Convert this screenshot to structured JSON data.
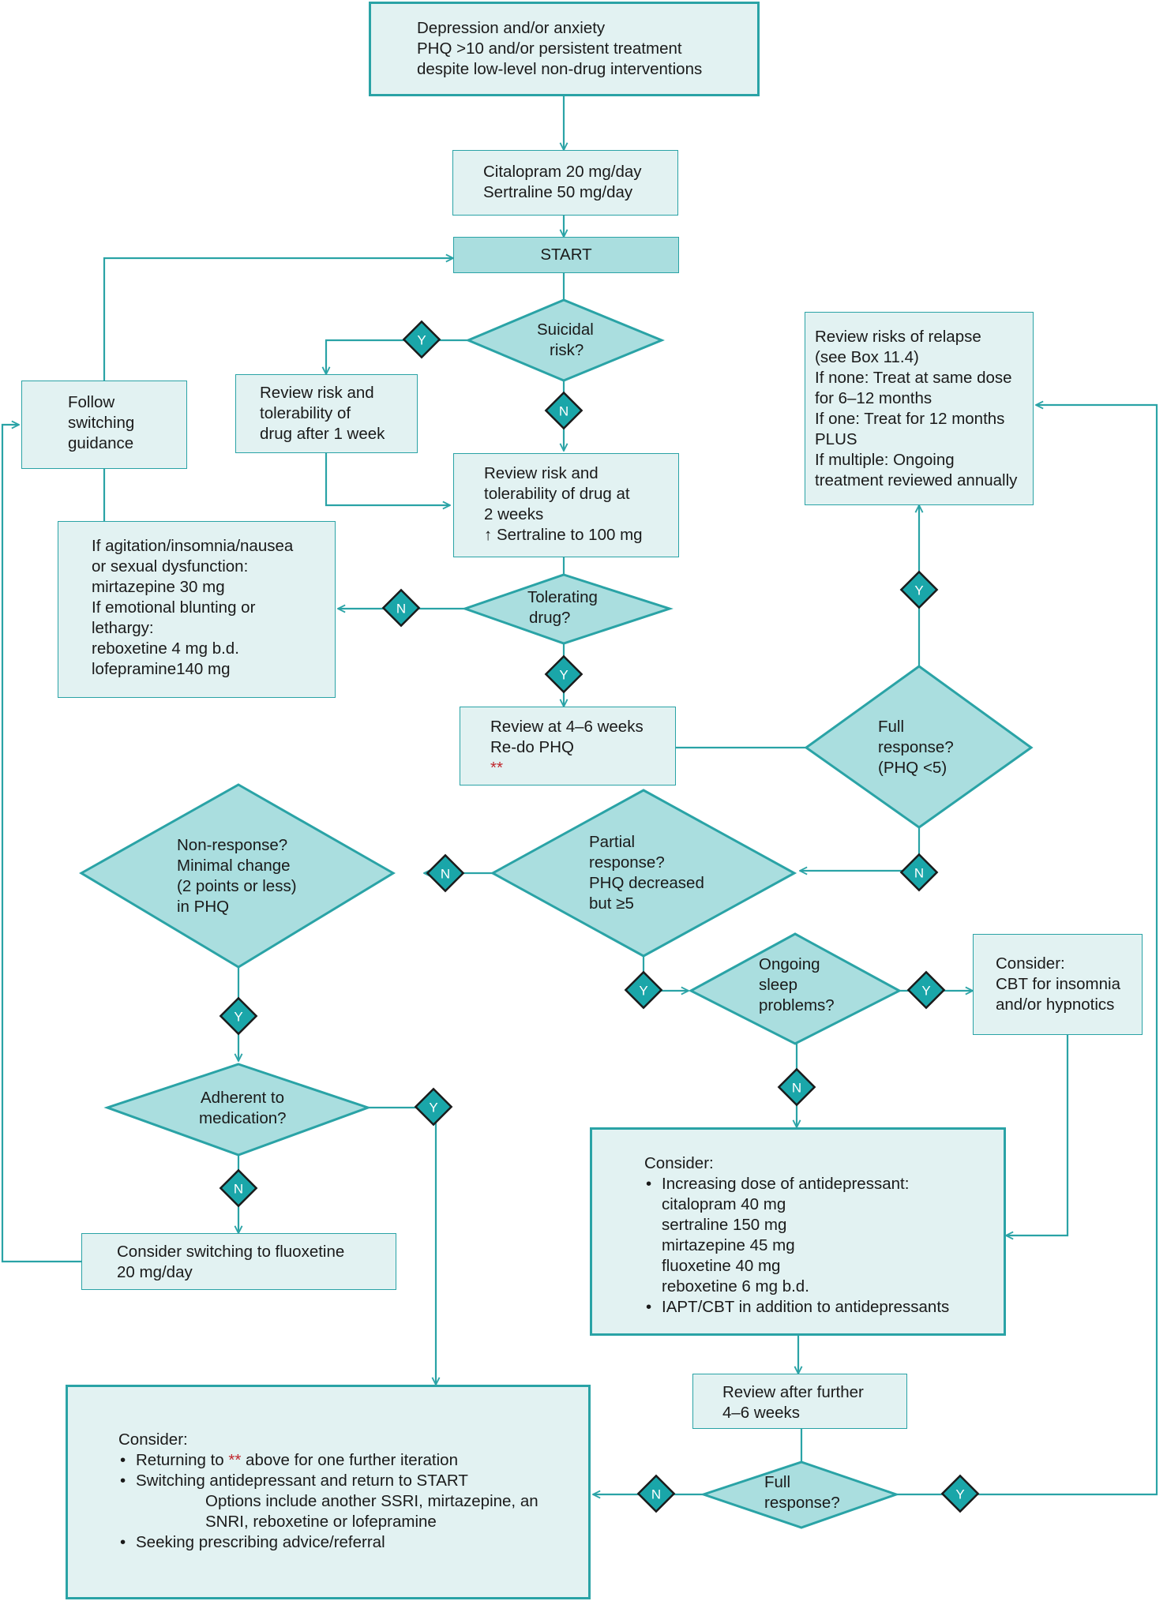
{
  "start_box": {
    "line1": "Depression and/or anxiety",
    "line2": "PHQ >10 and/or persistent treatment",
    "line3": "despite low-level non-drug interventions"
  },
  "initial_drugs": {
    "line1": "Citalopram 20 mg/day",
    "line2": "Sertraline 50 mg/day"
  },
  "start_label": "START",
  "decisions": {
    "suicidal_risk": [
      "Suicidal",
      "risk?"
    ],
    "tolerating_drug": [
      "Tolerating",
      "drug?"
    ],
    "full_response_1": [
      "Full",
      "response?",
      "(PHQ <5)"
    ],
    "partial_response": [
      "Partial",
      "response?",
      "PHQ decreased",
      "but ≥5"
    ],
    "non_response": [
      "Non-response?",
      "Minimal change",
      "(2 points or less)",
      "in PHQ"
    ],
    "ongoing_sleep": [
      "Ongoing",
      "sleep",
      "problems?"
    ],
    "adherent": [
      "Adherent to",
      "medication?"
    ],
    "full_response_2": [
      "Full",
      "response?"
    ]
  },
  "review_1_week": [
    "Review risk and",
    "tolerability of",
    "drug after 1 week"
  ],
  "follow_switching": [
    "Follow",
    "switching",
    "guidance"
  ],
  "review_2_weeks": [
    "Review risk and",
    "tolerability of drug at",
    "2 weeks",
    "↑ Sertraline to 100 mg"
  ],
  "side_effects": [
    "If agitation/insomnia/nausea",
    "or sexual dysfunction:",
    "mirtazepine 30 mg",
    "If emotional blunting or",
    "lethargy:",
    "reboxetine 4 mg b.d.",
    "lofepramine140 mg"
  ],
  "relapse_box": [
    "Review risks of relapse",
    "(see Box 11.4)",
    "If none: Treat at same dose",
    "for 6–12 months",
    "If one: Treat for 12 months",
    "PLUS",
    "If multiple: Ongoing",
    "treatment reviewed annually"
  ],
  "review_4_6": {
    "line1": "Review at 4–6 weeks",
    "line2": "Re-do PHQ",
    "marker": "**"
  },
  "cbt_insomnia": [
    "Consider:",
    "CBT for insomnia",
    "and/or hypnotics"
  ],
  "increase_dose": {
    "heading": "Consider:",
    "bullet1": "Increasing dose of antidepressant:",
    "doses": [
      "citalopram 40 mg",
      "sertraline 150 mg",
      "mirtazepine 45 mg",
      "fluoxetine 40 mg",
      "reboxetine 6 mg b.d."
    ],
    "bullet2": "IAPT/CBT in addition to antidepressants"
  },
  "switch_fluoxetine": [
    "Consider switching to fluoxetine",
    "20 mg/day"
  ],
  "review_further": [
    "Review after further",
    "4–6 weeks"
  ],
  "final_box": {
    "heading": "Consider:",
    "bullet1_pre": "Returning to ",
    "bullet1_marker": "**",
    "bullet1_post": " above for one further iteration",
    "bullet2": "Switching antidepressant and return to START",
    "options_line1": "Options include another SSRI, mirtazepine, an",
    "options_line2": "SNRI, reboxetine or lofepramine",
    "bullet3": "Seeking prescribing advice/referral"
  },
  "badges": {
    "yes": "Y",
    "no": "N"
  },
  "colors": {
    "line": "#2aa3a6",
    "box_fill": "#e2f2f2",
    "diamond_fill": "#aadedf",
    "badge_fill": "#1aa6a9",
    "badge_border": "#1a1a1a",
    "marker_red": "#c0272d"
  }
}
